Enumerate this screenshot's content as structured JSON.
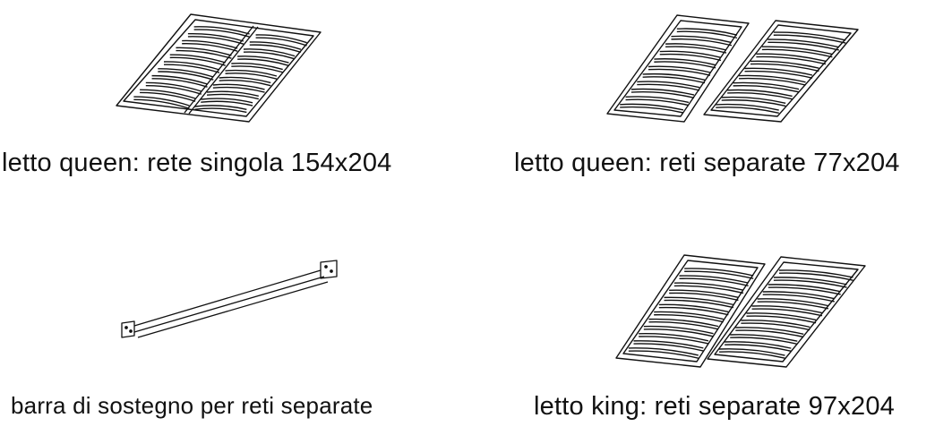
{
  "panels": [
    {
      "id": "queen-single",
      "caption": "letto queen: rete singola 154x204",
      "illustration": "single-slatted-bed-base-icon"
    },
    {
      "id": "queen-separate",
      "caption": "letto queen: reti separate 77x204",
      "illustration": "twin-slatted-bed-bases-icon"
    },
    {
      "id": "support-bar",
      "caption": "barra di sostegno per reti separate",
      "illustration": "support-bar-icon"
    },
    {
      "id": "king-separate",
      "caption": "letto king: reti separate 97x204",
      "illustration": "twin-slatted-bed-bases-icon"
    }
  ],
  "colors": {
    "ink": "#111111",
    "background": "#ffffff"
  }
}
